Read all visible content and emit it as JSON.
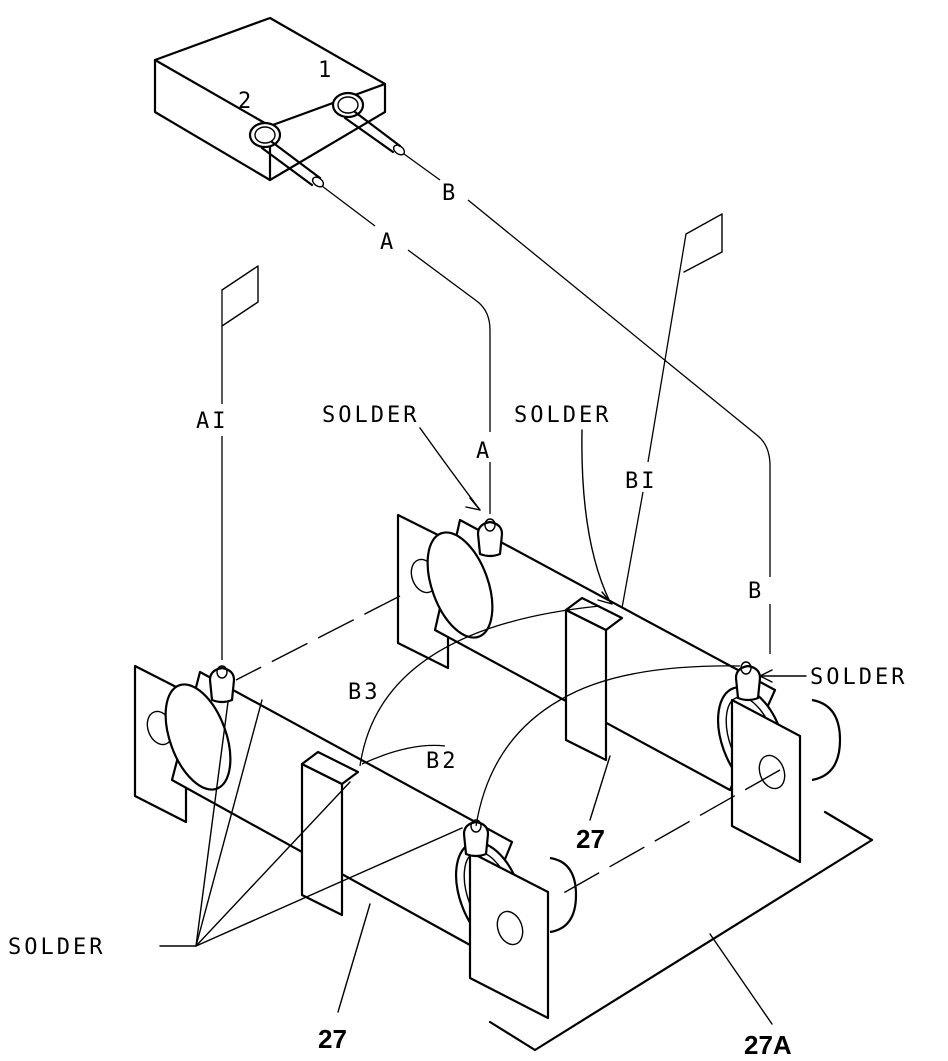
{
  "connector": {
    "pin_2": "2",
    "pin_1": "1"
  },
  "wires": {
    "a": "A",
    "a_lower": "A",
    "b": "B",
    "b_lower": "B",
    "a1": "AI",
    "b1": "BI",
    "b2": "B2",
    "b3": "B3"
  },
  "callouts": {
    "solder_top_left": "SOLDER",
    "solder_top_right": "SOLDER",
    "solder_right": "SOLDER",
    "solder_bottom_left": "SOLDER"
  },
  "parts": {
    "ref_27_front": "27",
    "ref_27_rear": "27",
    "ref_27a": "27A"
  }
}
